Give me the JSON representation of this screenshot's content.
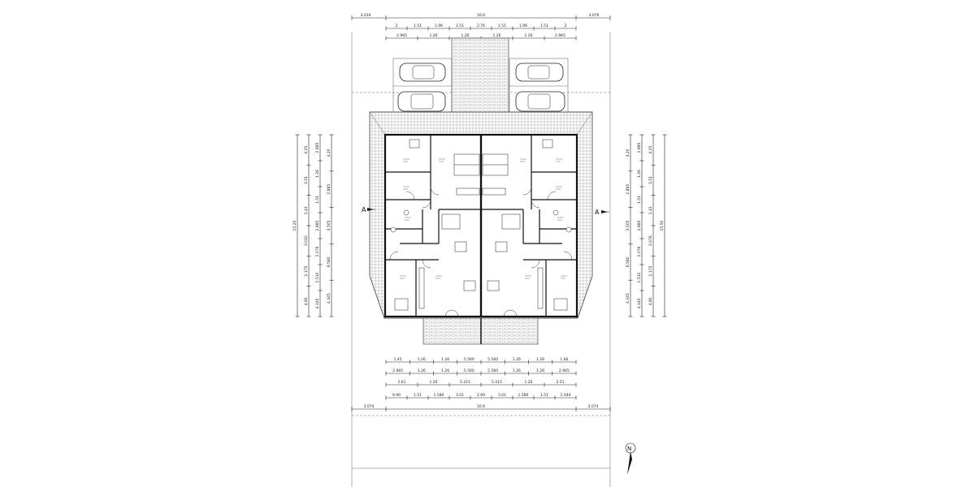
{
  "top_dims": {
    "row1": [
      "3.034",
      "16.6",
      "3.076"
    ],
    "row2": [
      "2",
      "1.51",
      "1.96",
      "1.51",
      "2.76",
      "1.51",
      "1.96",
      "1.51",
      "2"
    ],
    "row3": [
      "2.965",
      "1.26",
      "1.26",
      "1.26",
      "1.26",
      "2.965"
    ]
  },
  "bottom_dims": {
    "row1": [
      "1.45",
      "1.26",
      "1.26",
      "5.560",
      "5.560",
      "1.26",
      "1.26",
      "1.66"
    ],
    "row2": [
      "2.965",
      "1.26",
      "1.26",
      "5.560",
      "5.560",
      "1.26",
      "1.26",
      "2.965"
    ],
    "row3": [
      "2.61",
      "1.26",
      "5.215",
      "5.215",
      "1.26",
      "2.51"
    ],
    "row4": [
      "0.90",
      "1.51",
      "1.580",
      "3.01",
      "2.69",
      "3.01",
      "1.580",
      "1.51",
      "1.044"
    ],
    "row5": [
      "3.074",
      "16.6",
      "3.074"
    ]
  },
  "left_dims": {
    "outer": "15.20",
    "col1": [
      "4.25",
      "3.51",
      "1.43",
      "3.010",
      "1.175",
      "4.80"
    ],
    "col2": [
      "2.885",
      "1.26",
      "1.51",
      "2.885",
      "2.076",
      "1.510",
      "4.345"
    ],
    "col3": [
      "4.20",
      "2.885",
      "3.505",
      "6.580",
      "4.345"
    ]
  },
  "right_dims": {
    "outer": "15.50",
    "col1": [
      "4.25",
      "3.51",
      "1.43",
      "2.076",
      "1.175",
      "4.80"
    ],
    "col2": [
      "2.885",
      "1.26",
      "1.51",
      "2.885",
      "2.076",
      "1.510",
      "4.345"
    ],
    "col3": [
      "4.20",
      "2.885",
      "3.505",
      "6.580",
      "4.345"
    ]
  },
  "section_marks": {
    "left": "A",
    "right": "A"
  },
  "north_label": "N"
}
